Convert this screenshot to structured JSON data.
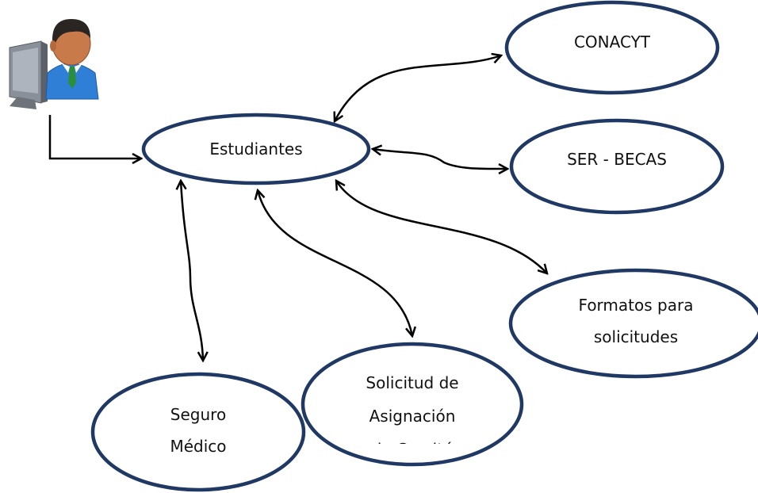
{
  "diagram": {
    "colors": {
      "ellipse_stroke": "#1F3864",
      "ellipse_fill": "#ffffff",
      "connector": "#000000",
      "text": "#111111"
    },
    "actor": {
      "icon": "user-at-computer-icon"
    },
    "nodes": {
      "estudiantes": {
        "label": "Estudiantes"
      },
      "conacyt": {
        "label": "CONACYT"
      },
      "ser_becas": {
        "label": "SER - BECAS"
      },
      "formatos": {
        "line1": "Formatos para",
        "line2": "solicitudes"
      },
      "solicitud": {
        "line1": "Solicitud de",
        "line2": "Asignación",
        "line3": "de Comité"
      },
      "seguro": {
        "line1": "Seguro",
        "line2": "Médico"
      }
    }
  }
}
